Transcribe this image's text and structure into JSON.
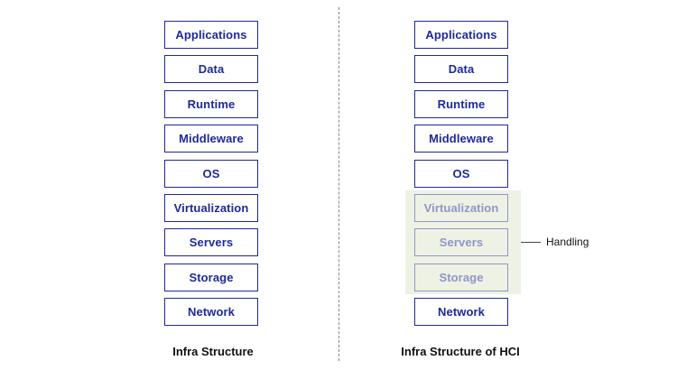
{
  "left_stack": {
    "layers": [
      "Applications",
      "Data",
      "Runtime",
      "Middleware",
      "OS",
      "Virtualization",
      "Servers",
      "Storage",
      "Network"
    ],
    "caption": "Infra Structure"
  },
  "right_stack": {
    "layers": [
      "Applications",
      "Data",
      "Runtime",
      "Middleware",
      "OS",
      "Virtualization",
      "Servers",
      "Storage",
      "Network"
    ],
    "faded_layers": [
      "Virtualization",
      "Servers",
      "Storage"
    ],
    "caption": "Infra Structure of HCI"
  },
  "annotation": {
    "label": "Handling"
  },
  "colors": {
    "layer_border": "#1e2a9b",
    "layer_faded": "#8f96c9",
    "highlight_bg": "#eef2e4"
  }
}
